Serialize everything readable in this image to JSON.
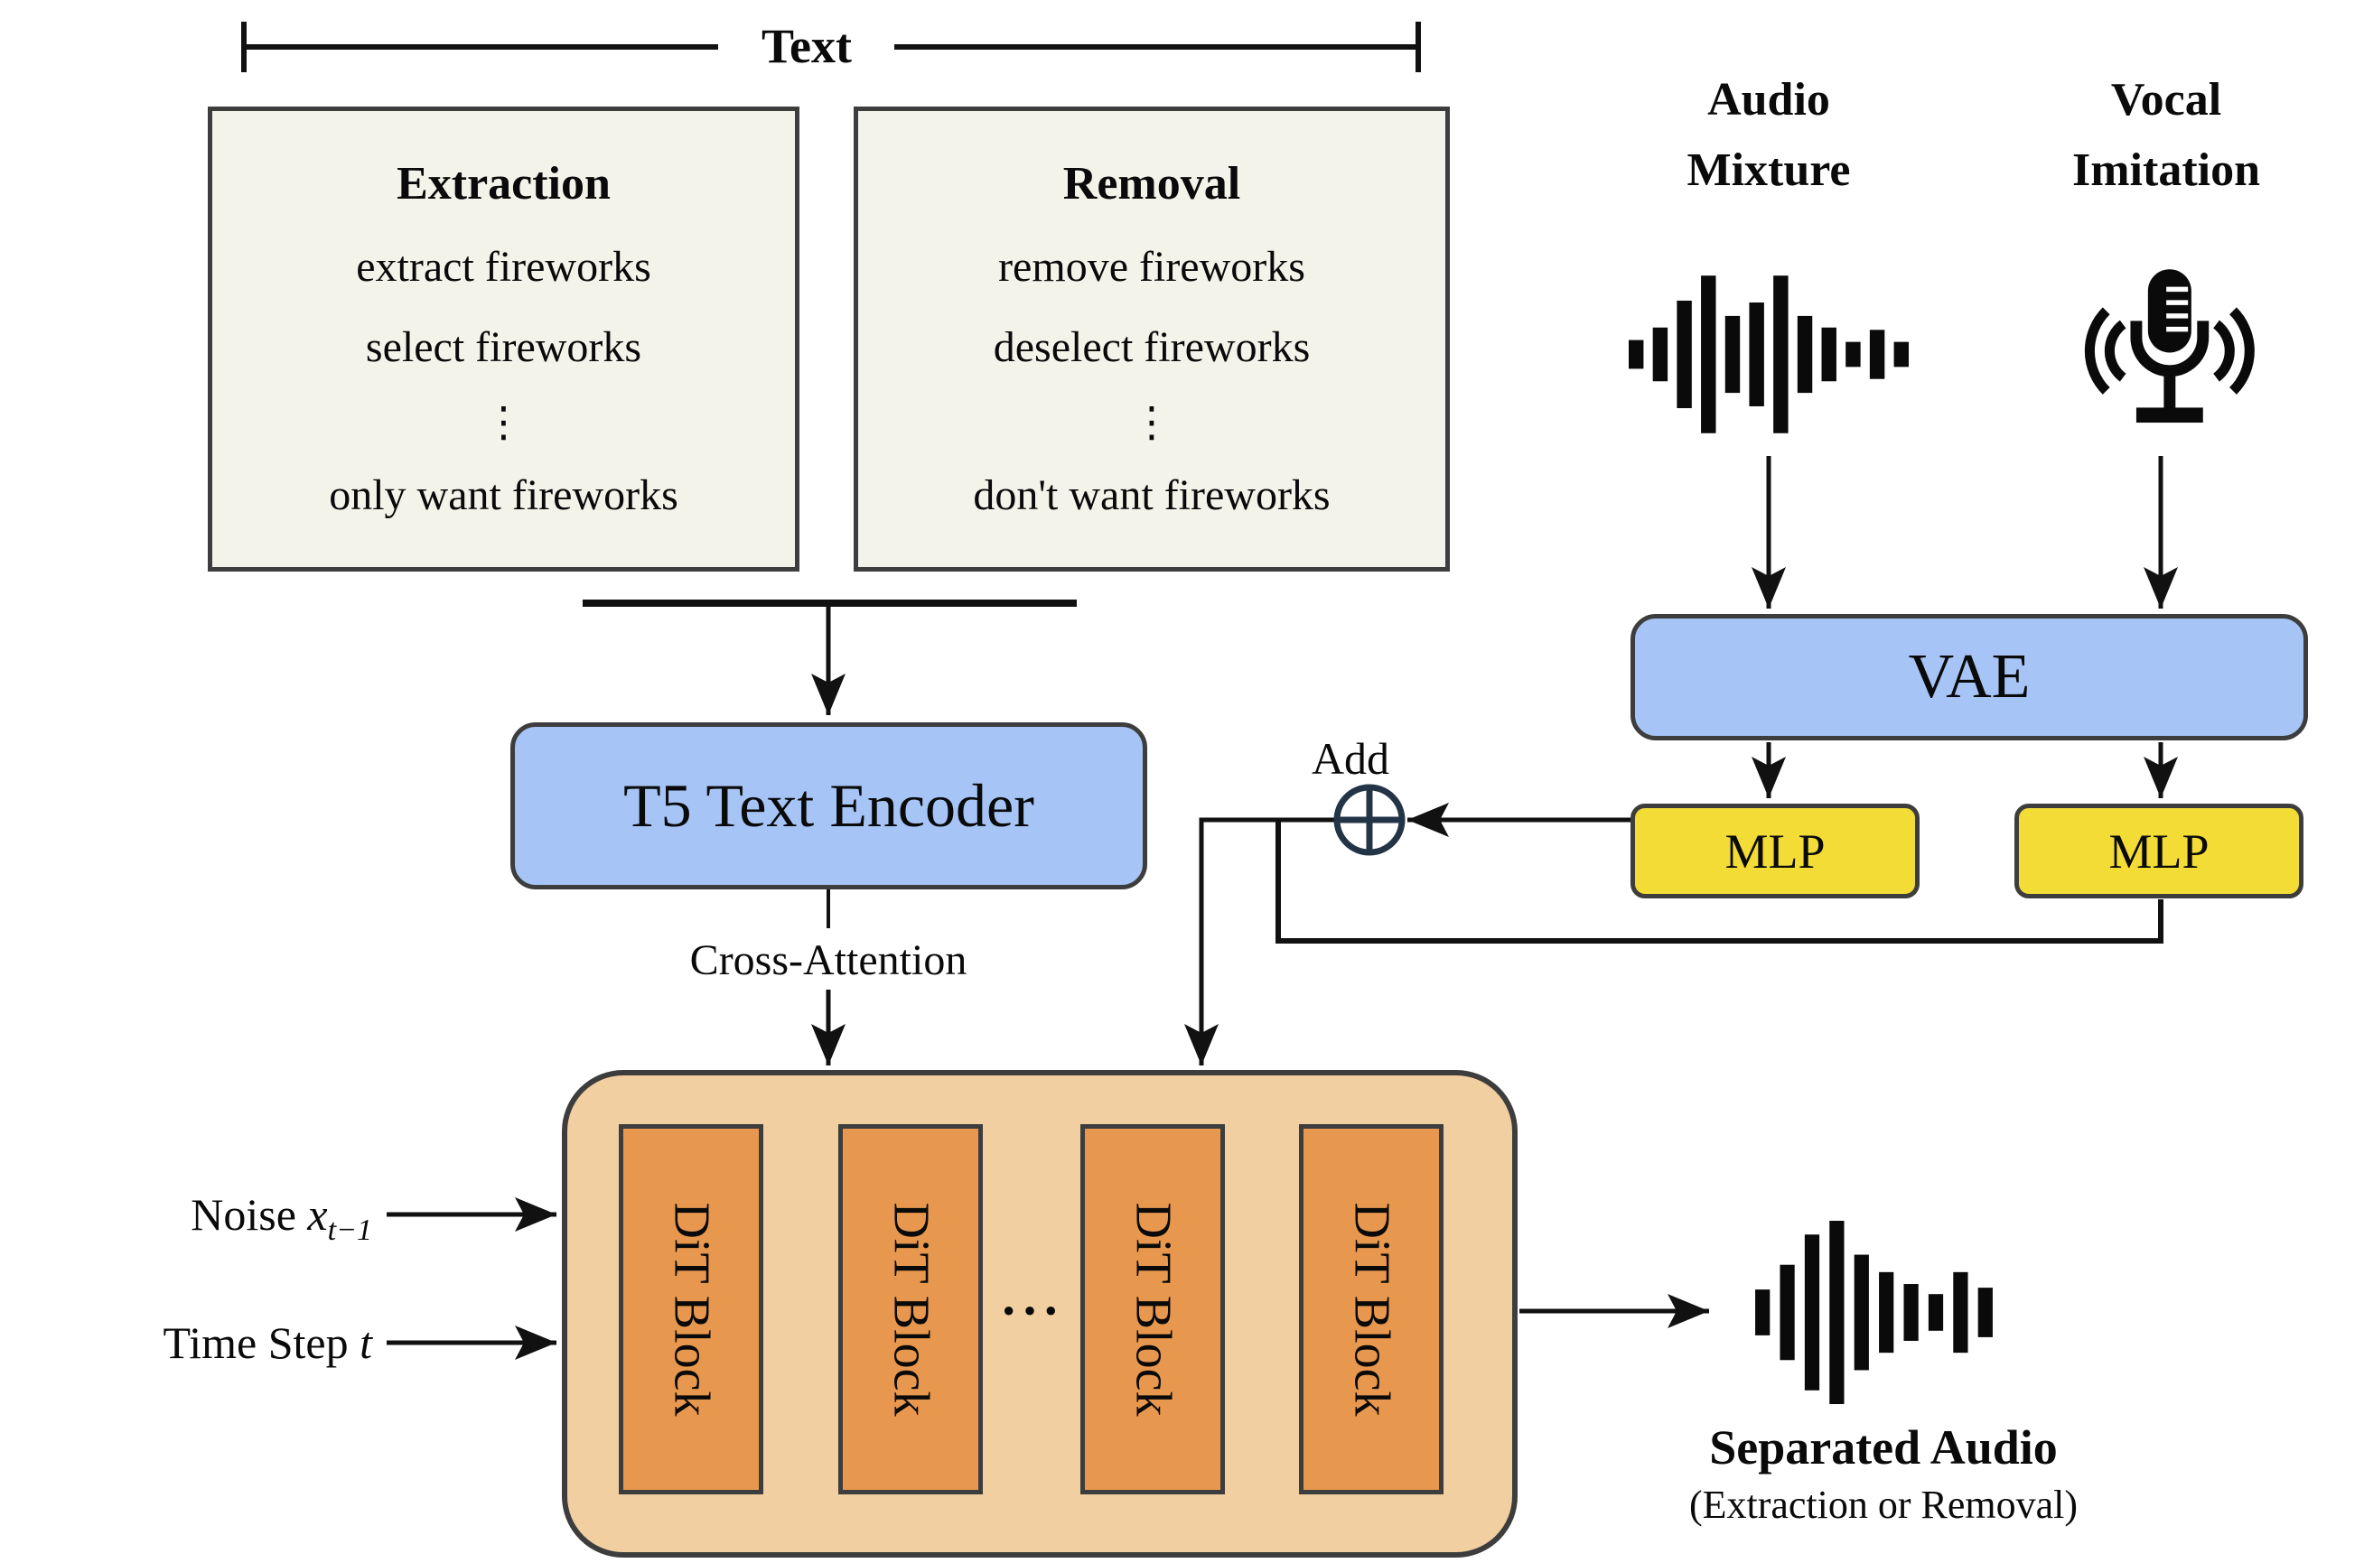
{
  "bracket": {
    "label": "Text"
  },
  "prompt_boxes": [
    {
      "title": "Extraction",
      "items": [
        "extract fireworks",
        "select fireworks",
        "⋮",
        "only want fireworks"
      ]
    },
    {
      "title": "Removal",
      "items": [
        "remove fireworks",
        "deselect fireworks",
        "⋮",
        "don't want fireworks"
      ]
    }
  ],
  "encoder": {
    "label": "T5 Text Encoder"
  },
  "cross_attention_label": "Cross-Attention",
  "add": {
    "label": "Add",
    "symbol": "circled-plus"
  },
  "audio_inputs": [
    {
      "label_line1": "Audio",
      "label_line2": "Mixture",
      "icon": "waveform-icon"
    },
    {
      "label_line1": "Vocal",
      "label_line2": "Imitation",
      "icon": "microphone-icon"
    }
  ],
  "vae": {
    "label": "VAE"
  },
  "mlp": [
    {
      "label": "MLP"
    },
    {
      "label": "MLP"
    }
  ],
  "dit": {
    "blocks": [
      "DiT Block",
      "DiT Block",
      "DiT Block",
      "DiT Block"
    ],
    "ellipsis": "···"
  },
  "inputs": {
    "noise": {
      "prefix": "Noise ",
      "var": "x",
      "sub": "t−1"
    },
    "timestep": {
      "prefix": "Time Step ",
      "var": "t"
    }
  },
  "output": {
    "title": "Separated Audio",
    "subtitle": "(Extraction or Removal)",
    "icon": "waveform-icon"
  },
  "colors": {
    "background": "#ffffff",
    "prompt_box_fill": "#f4f3ea",
    "encoder_fill": "#a6c4f5",
    "mlp_fill": "#f2dc35",
    "dit_container_fill": "#f1cfa0",
    "dit_block_fill": "#e8984e",
    "border_dark": "#3d3d3d",
    "line_ink": "#111111",
    "add_symbol_color": "#243447"
  }
}
